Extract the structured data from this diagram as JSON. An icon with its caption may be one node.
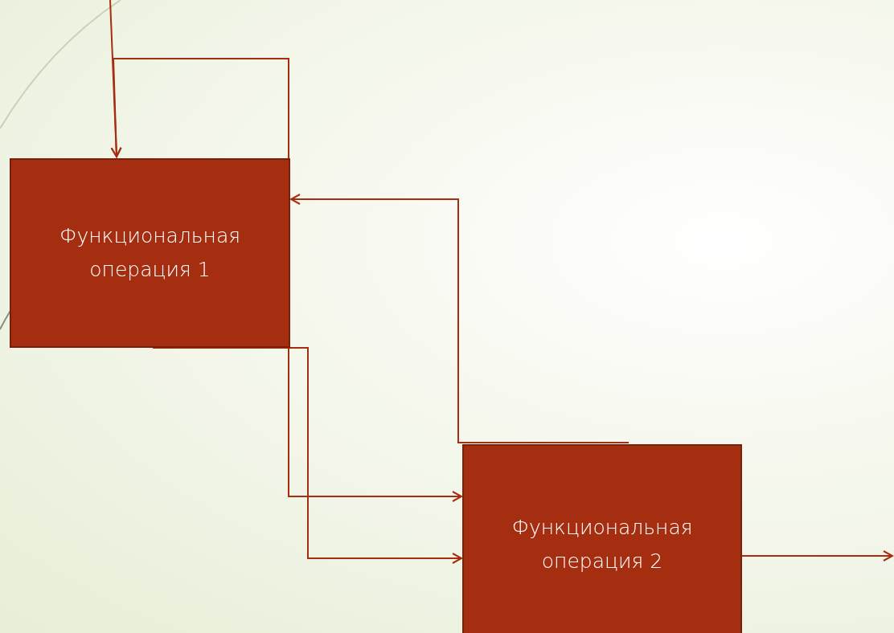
{
  "diagram": {
    "nodes": [
      {
        "text": [
          "Функциональная операция 1"
        ]
      },
      {
        "text": [
          "Функциональная операция 2"
        ]
      }
    ],
    "edges": [
      {
        "from": null,
        "to": 0,
        "arrow": "to"
      },
      {
        "from": 0,
        "to": 0,
        "arrow": "to"
      },
      {
        "from": 1,
        "to": 0,
        "arrow": "to"
      },
      {
        "from": 0,
        "to": 1,
        "arrow": "to"
      },
      {
        "from": 0,
        "to": 1,
        "arrow": "to"
      },
      {
        "from": 1,
        "to": null,
        "arrow": "to"
      }
    ]
  }
}
